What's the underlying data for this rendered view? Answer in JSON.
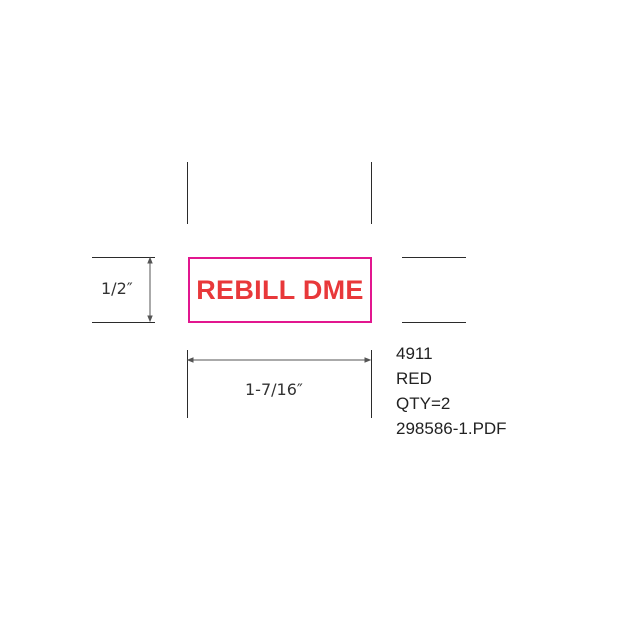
{
  "label": {
    "text": "REBILL DME",
    "text_color": "#e8383a",
    "border_color": "#e2168f"
  },
  "dimensions": {
    "height": "1/2″",
    "width": "1-7/16″"
  },
  "spec": {
    "item_number": "4911",
    "color": "RED",
    "quantity": "QTY=2",
    "file": "298586-1.PDF"
  }
}
